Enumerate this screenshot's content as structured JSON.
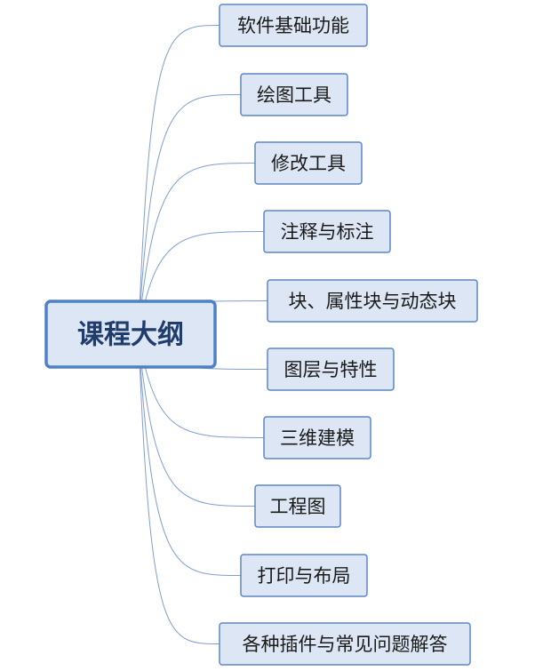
{
  "root": {
    "label": "课程大纲"
  },
  "branches": [
    {
      "label": "软件基础功能"
    },
    {
      "label": "绘图工具"
    },
    {
      "label": "修改工具"
    },
    {
      "label": "注释与标注"
    },
    {
      "label": "块、属性块与动态块"
    },
    {
      "label": "图层与特性"
    },
    {
      "label": "三维建模"
    },
    {
      "label": "工程图"
    },
    {
      "label": "打印与布局"
    },
    {
      "label": "各种插件与常见问题解答"
    }
  ],
  "colors": {
    "node_fill": "#dce6f4",
    "root_border": "#4f81c7",
    "branch_border": "#5b87c6",
    "link": "#7f9fd0",
    "root_text": "#1f3c6d"
  }
}
